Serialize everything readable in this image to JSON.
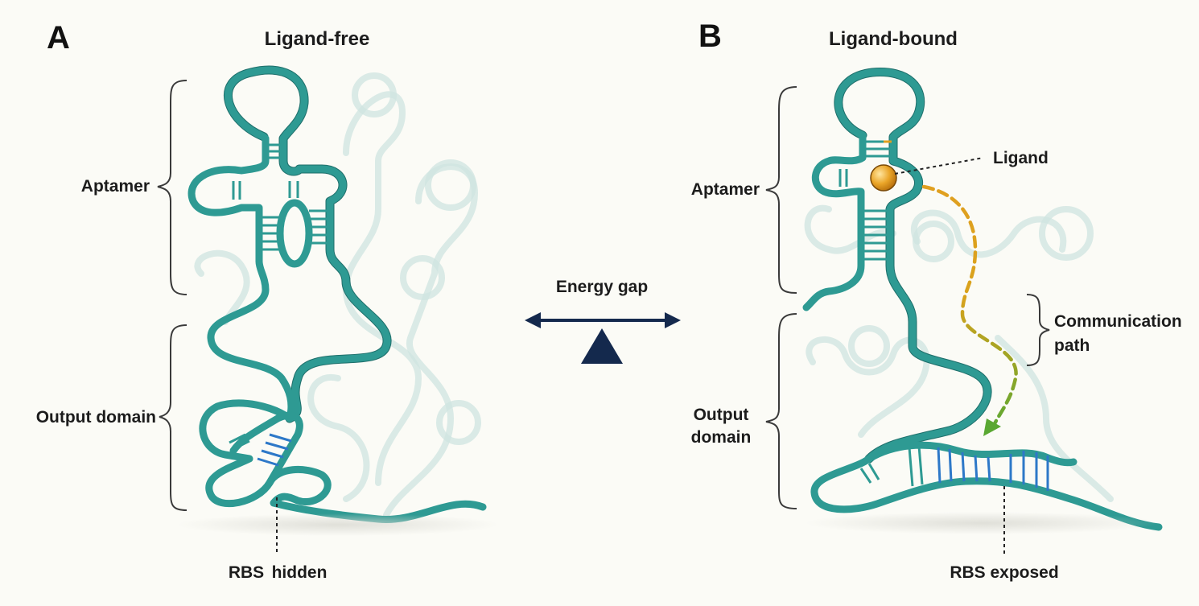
{
  "panel_a": {
    "letter": "A",
    "title": "Ligand-free",
    "aptamer_label": "Aptamer",
    "output_label": "Output domain",
    "rbs_label_1": "RBS",
    "rbs_label_2": "hidden"
  },
  "panel_b": {
    "letter": "B",
    "title": "Ligand-bound",
    "aptamer_label": "Aptamer",
    "output_label_1": "Output",
    "output_label_2": "domain",
    "ligand_label": "Ligand",
    "comm_label_1": "Communication",
    "comm_label_2": "path",
    "rbs_label": "RBS exposed"
  },
  "center": {
    "energy_label": "Energy gap"
  },
  "colors": {
    "rna": "#2e9a93",
    "basepair_rbs": "#2d78c8",
    "ligand": "#e8a323",
    "path_start": "#e0a020",
    "path_end": "#5aa832",
    "balance": "#14294d"
  }
}
